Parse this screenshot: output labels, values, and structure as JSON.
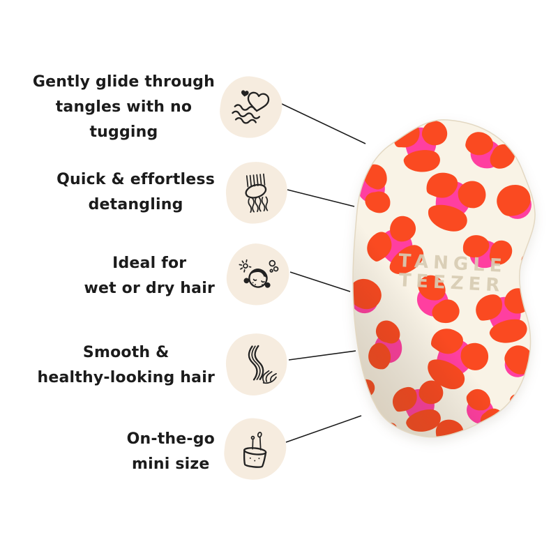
{
  "features": [
    {
      "icon": "heart-waves-icon",
      "lines": [
        "Gently glide through",
        "tangles with no",
        "tugging"
      ]
    },
    {
      "icon": "detangling-comb-icon",
      "lines": [
        "Quick & effortless",
        "detangling"
      ]
    },
    {
      "icon": "girl-wet-dry-hair-icon",
      "lines": [
        "Ideal for",
        "wet or dry hair"
      ]
    },
    {
      "icon": "hand-smoothing-hair-icon",
      "lines": [
        "Smooth &",
        "healthy-looking hair"
      ]
    },
    {
      "icon": "travel-pouch-icon",
      "lines": [
        "On-the-go",
        "mini size"
      ]
    }
  ],
  "product": {
    "brand_lines": [
      "TANGLE",
      "TEEZER"
    ]
  },
  "colors": {
    "background": "#FFFFFF",
    "text": "#1B1B1B",
    "connector_line": "#1A1A1A",
    "icon_blob": "#F6ECDF",
    "brush_base": "#F9F3E6",
    "brush_outline": "#E3D8C2",
    "spot_orange": "#FA4A21",
    "spot_pink": "#FF3FA0",
    "brand_text": "#D8CCB4"
  }
}
